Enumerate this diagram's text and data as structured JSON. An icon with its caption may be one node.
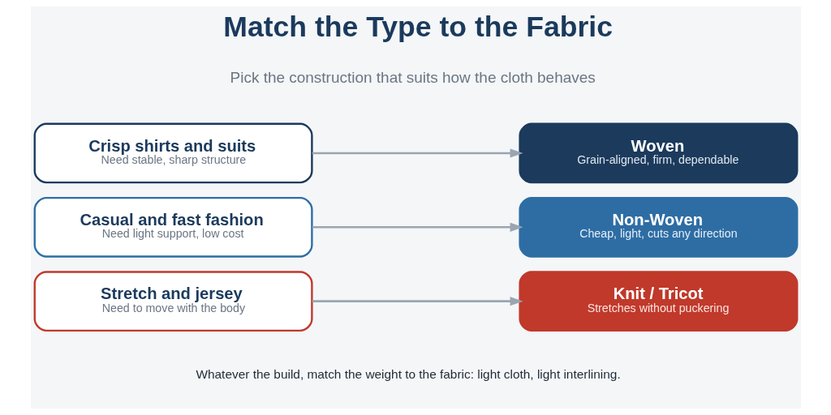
{
  "diagram": {
    "title": "Match the Type to the Fabric",
    "nodes": [
      {
        "text": [
          "Crisp shirts and suits",
          "Need stable, sharp structure"
        ]
      },
      {
        "text": [
          "Woven",
          "Grain-aligned, firm, dependable"
        ]
      },
      {
        "text": [
          "Casual and fast fashion",
          "Need light support, low cost"
        ]
      },
      {
        "text": [
          "Non-Woven",
          "Cheap, light, cuts any direction"
        ]
      },
      {
        "text": [
          "Stretch and jersey",
          "Need to move with the body"
        ]
      },
      {
        "text": [
          "Knit / Tricot",
          "Stretches without puckering"
        ]
      }
    ],
    "edges": [
      {
        "from": 0,
        "to": 1,
        "arrow": "to"
      },
      {
        "from": 2,
        "to": 3,
        "arrow": "to"
      },
      {
        "from": 4,
        "to": 5,
        "arrow": "to"
      }
    ],
    "labels": [
      "Pick the construction that suits how the cloth behaves",
      "Whatever the build, match the weight to the fabric: light cloth, light interlining."
    ]
  }
}
